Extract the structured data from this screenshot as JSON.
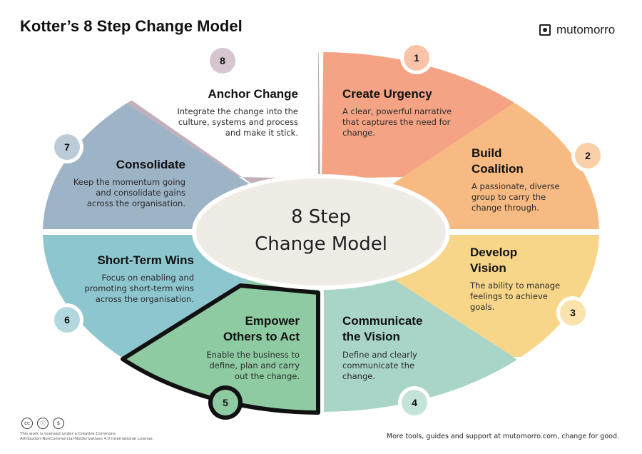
{
  "header": {
    "title": "Kotter’s 8 Step Change Model",
    "brand": "mutomorro"
  },
  "center": {
    "line1": "8 Step",
    "line2": "Change Model"
  },
  "colors": {
    "s1": "#f4a484",
    "s1n": "#f8c3a8",
    "s2": "#f7ba82",
    "s2n": "#f9d0a7",
    "s3": "#f7d68a",
    "s3n": "#fae3ad",
    "s4": "#a8d5c8",
    "s4n": "#c4e3d9",
    "s5": "#8ecba2",
    "s5n": "#8ecba2",
    "s6": "#8ec6d0",
    "s6n": "#b2d8de",
    "s7": "#9db3c6",
    "s7n": "#bccbd8",
    "s8": "#c2afbc",
    "s8n": "#d5c6d0",
    "center": "#efece6",
    "outline": "#111111"
  },
  "steps": [
    {
      "number": "1",
      "title": [
        "Create Urgency"
      ],
      "desc": [
        "A clear, powerful narrative",
        "that captures the need for",
        "change."
      ]
    },
    {
      "number": "2",
      "title": [
        "Build",
        "Coalition"
      ],
      "desc": [
        "A passionate, diverse",
        "group to carry the",
        "change through."
      ]
    },
    {
      "number": "3",
      "title": [
        "Develop",
        "Vision"
      ],
      "desc": [
        "The ability to manage",
        "feelings to achieve",
        "goals."
      ]
    },
    {
      "number": "4",
      "title": [
        "Communicate",
        "the Vision"
      ],
      "desc": [
        "Define and clearly",
        "communicate the",
        "change."
      ]
    },
    {
      "number": "5",
      "title": [
        "Empower",
        "Others to Act"
      ],
      "desc": [
        "Enable the business to",
        "define, plan and carry",
        "out the change."
      ]
    },
    {
      "number": "6",
      "title": [
        "Short-Term Wins"
      ],
      "desc": [
        "Focus on enabling and",
        "promoting short-term wins",
        "across the organisation."
      ]
    },
    {
      "number": "7",
      "title": [
        "Consolidate"
      ],
      "desc": [
        "Keep the momentum going",
        "and consolidate gains",
        "across the organisation."
      ]
    },
    {
      "number": "8",
      "title": [
        "Anchor Change"
      ],
      "desc": [
        "Integrate the change into the",
        "culture, systems and process",
        "and make it stick."
      ]
    }
  ],
  "footer": {
    "license_line1": "This work is licensed under a Creative Commons",
    "license_line2": "Attribution-NonCommercial-NoDerivatives 4.0 International License.",
    "license_icons": [
      "cc",
      "ⓘ",
      "$"
    ],
    "tagline": "More tools, guides and support at mutomorro.com, change for good."
  }
}
